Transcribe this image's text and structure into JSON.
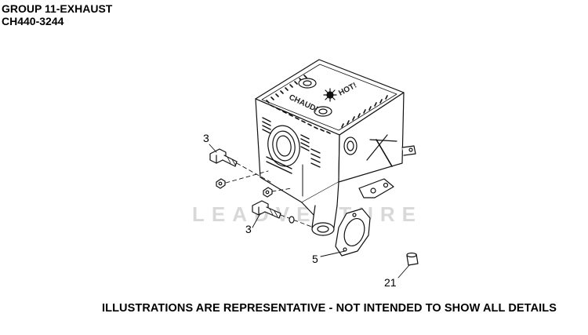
{
  "header": {
    "group_title": "GROUP 11-EXHAUST",
    "model_code": "CH440-3244"
  },
  "diagram": {
    "callouts": [
      {
        "label": "3"
      },
      {
        "label": "3"
      },
      {
        "label": "5"
      },
      {
        "label": "21"
      }
    ],
    "emboss_left": "CHAUD!",
    "emboss_right": "HOT!",
    "watermark": "LEADVENTURE"
  },
  "footer": {
    "disclaimer": "ILLUSTRATIONS ARE REPRESENTATIVE - NOT INTENDED TO SHOW ALL DETAILS"
  }
}
